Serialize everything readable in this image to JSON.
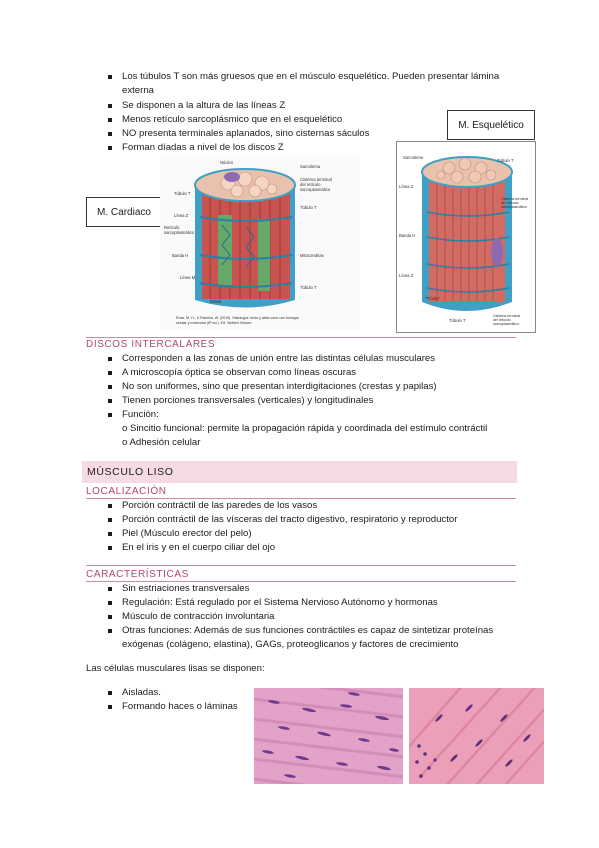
{
  "top_bullets": [
    "Los túbulos T son más gruesos que en el músculo esquelético. Pueden presentar lámina",
    "Se disponen a la altura de las líneas Z",
    "Menos retículo sarcoplásmico que en el esquelético",
    "NO presenta terminales aplanados, sino cisternas sáculos",
    "Forman díadas a nivel de los discos Z"
  ],
  "top_bullet_1_cont": "externa",
  "box_esqueletico": "M. Esquelético",
  "box_cardiaco": "M. Cardiaco",
  "fig_cardiac": {
    "labels": [
      "Núcleo",
      "Sarcolema",
      "Cisterna terminal",
      "del retículo",
      "sarcoplasmático",
      "Túbulo T",
      "Túbulo T",
      "Línea Z",
      "Retículo",
      "sarcoplasmático",
      "Banda H",
      "Mitocondrias",
      "Línea M",
      "Túbulo T",
      "Díada"
    ],
    "caption_1": "Ross, M. H., & Pawlina, W. (2019). Histología: texto y atlas color con biología",
    "caption_2": "celular y molecular (8ª ed.). Ed. Wolters Kluwer."
  },
  "fig_skeletal": {
    "labels": [
      "Sarcolema",
      "Línea Z",
      "Banda H",
      "Línea Z",
      "Túbulo T",
      "Cisterna terminal",
      "del retículo",
      "sarcoplasmático",
      "\"Tríada\"",
      "Túbulo T",
      "Cisterna terminal",
      "del retículo",
      "sarcoplasmático"
    ]
  },
  "discos": {
    "heading": "DISCOS INTERCALARES",
    "bullets": [
      "Corresponden a las zonas de unión entre las distintas células musculares",
      "A microscopía óptica se observan como líneas oscuras",
      "No son uniformes, sino que presentan interdigitaciones (crestas y papilas)",
      "Tienen porciones transversales (verticales) y longitudinales",
      "Función:"
    ],
    "sub_items": [
      "o Sincitio funcional: permite la propagación rápida y coordinada del estímulo contráctil",
      "o Adhesión celular"
    ]
  },
  "musculo_liso": "MÚSCULO LISO",
  "localizacion": {
    "heading": "LOCALIZACIÓN",
    "bullets": [
      "Porción contráctil de las paredes de los vasos",
      "Porción contráctil de las vísceras del tracto digestivo, respiratorio y reproductor",
      "Piel (Músculo erector del pelo)",
      "En el iris y en el cuerpo ciliar del ojo"
    ]
  },
  "caracteristicas": {
    "heading": "CARACTERÍSTICAS",
    "bullets": [
      "Sin estriaciones transversales",
      "Regulación: Está regulado por el Sistema Nervioso Autónomo y hormonas",
      "Músculo de contracción involuntaria",
      "Otras funciones: Además de sus funciones contráctiles es capaz de sintetizar proteínas"
    ],
    "bullet_4_cont": "exógenas (colágeno, elastina), GAGs, proteoglicanos y factores de crecimiento"
  },
  "intro_lisas": "Las células musculares lisas se disponen:",
  "disposicion": [
    "Aisladas.",
    "Formando haces o láminas"
  ],
  "colors": {
    "accent": "#b4466e",
    "band": "#f6dbe6",
    "rule": "#c98aa5",
    "histo_pink": "#e9a9c8",
    "histo_nuclei": "#7b3d8a"
  }
}
